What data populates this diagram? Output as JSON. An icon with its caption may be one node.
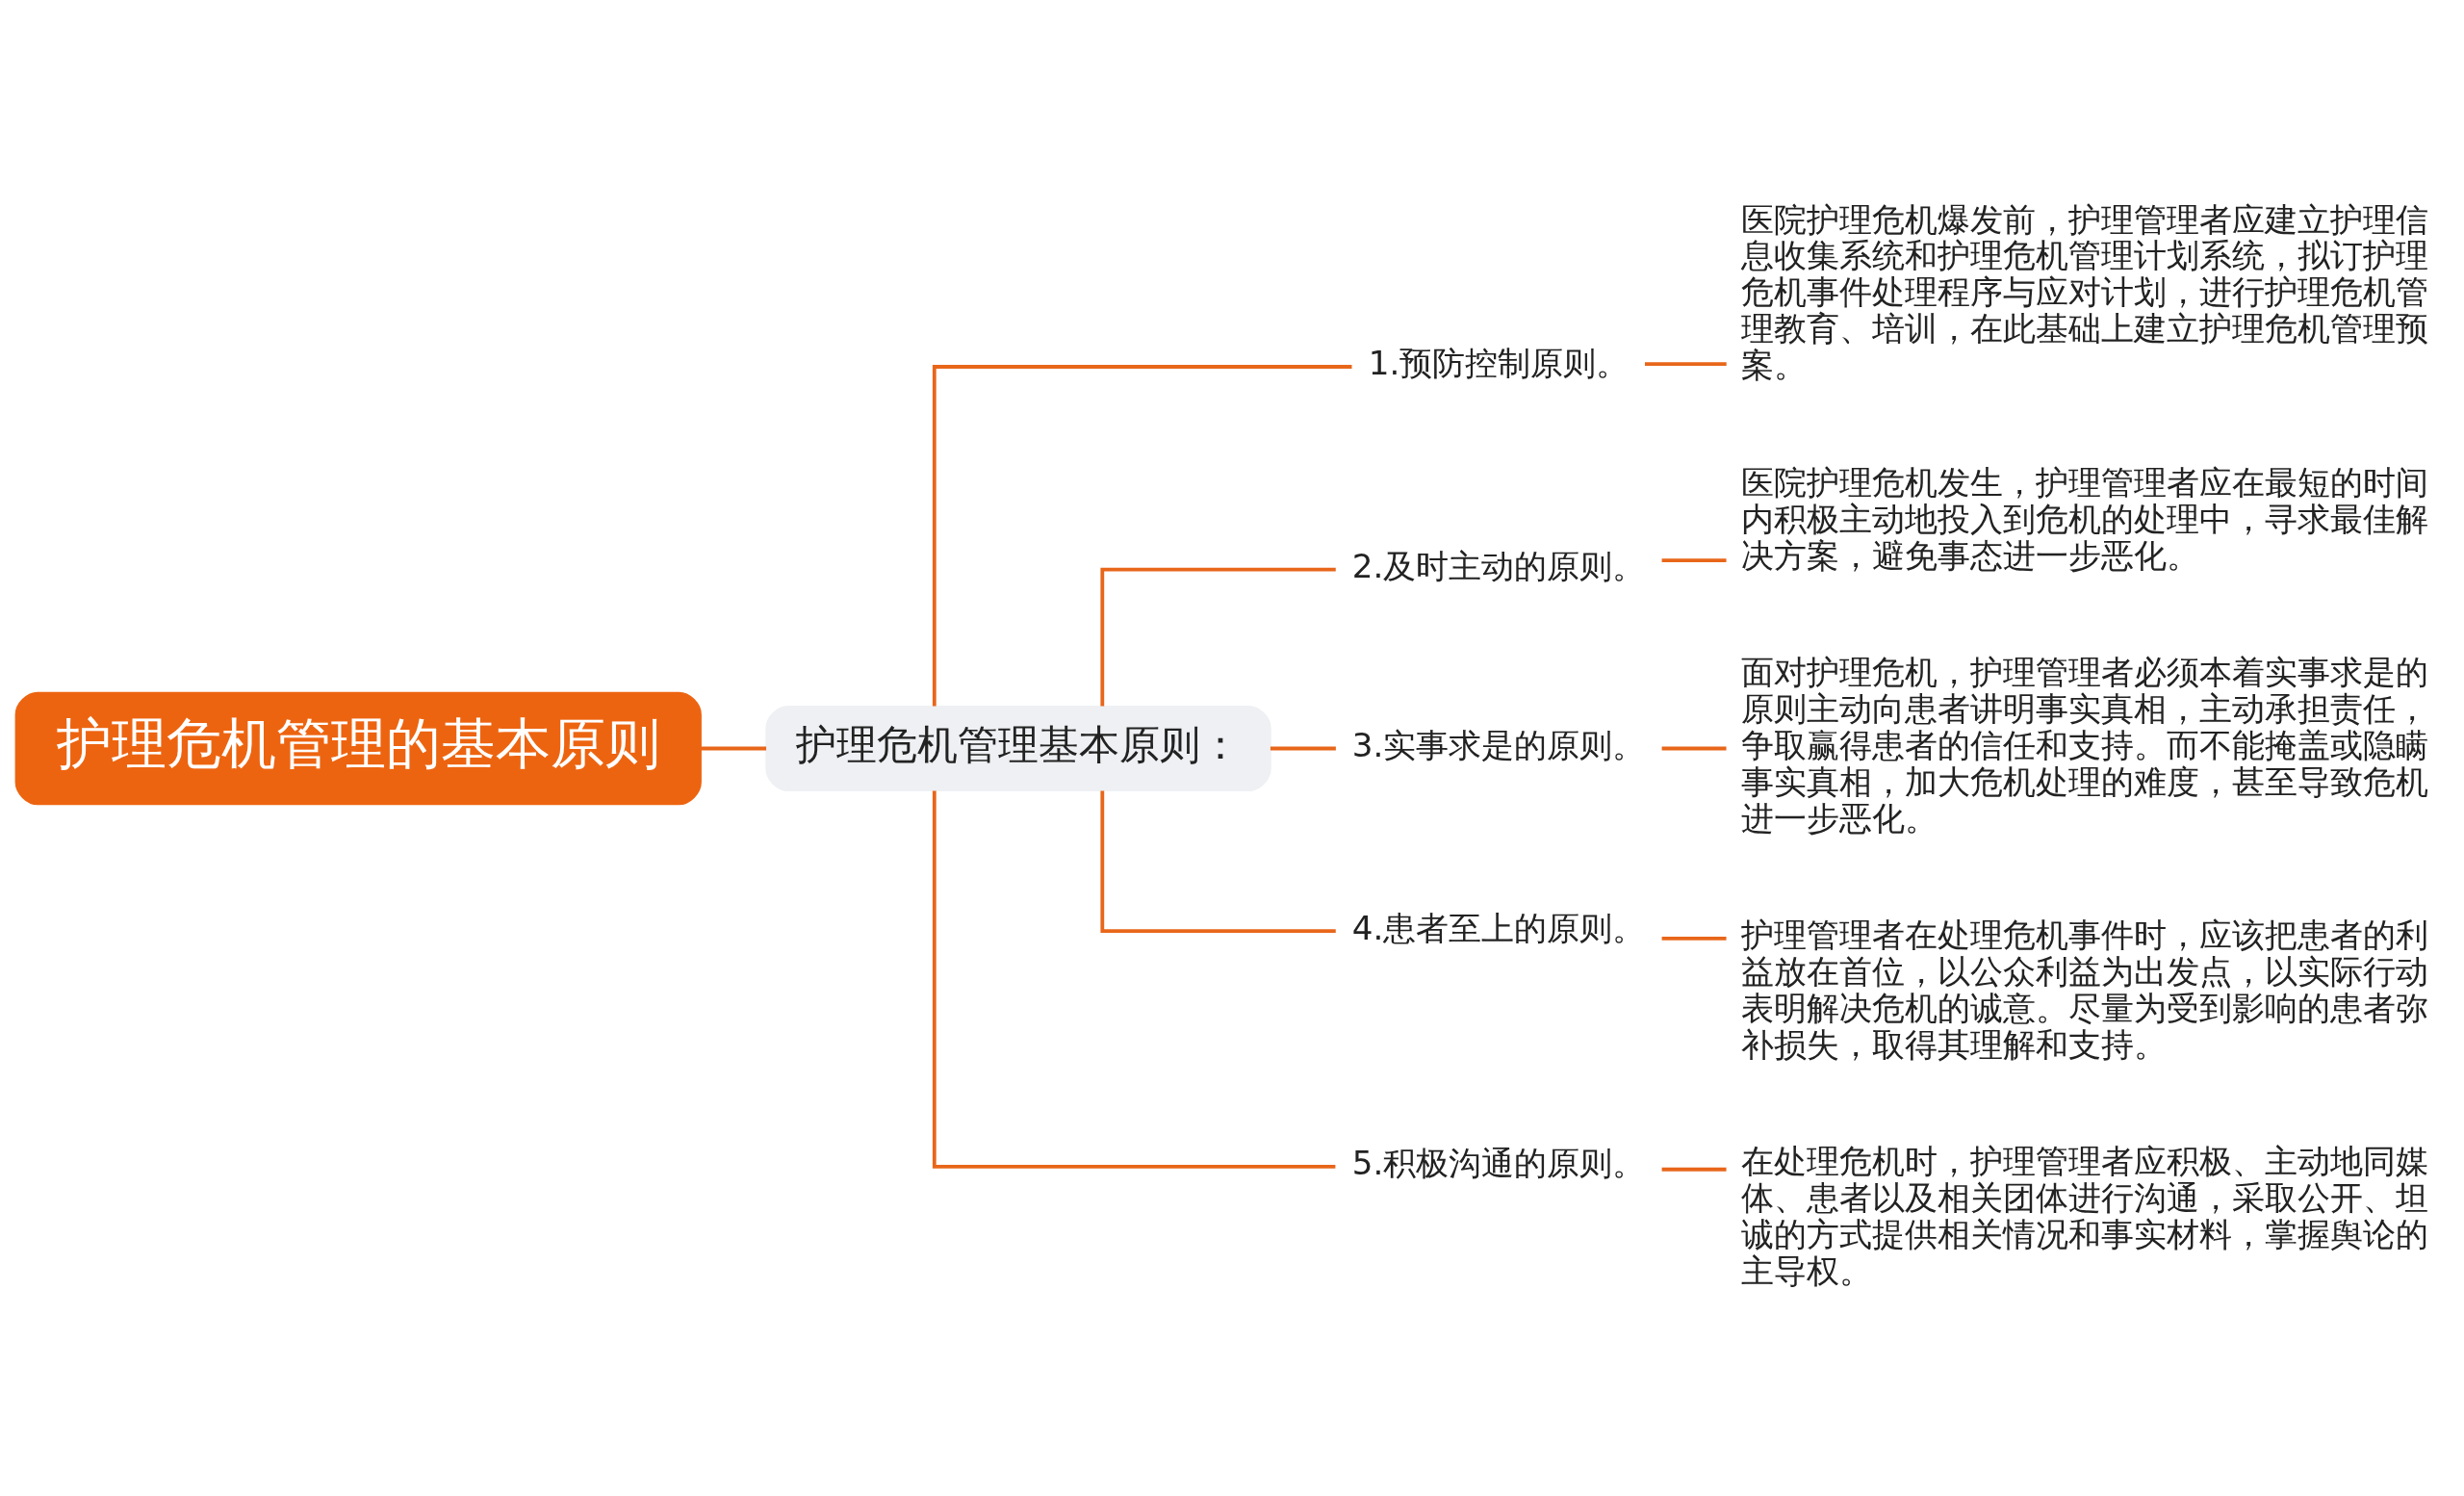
{
  "diagram": {
    "nodes": [
      {
        "text": [
          "护理危机管理的基本原则"
        ]
      },
      {
        "text": [
          "护理危机管理基本原则："
        ]
      },
      {
        "text": [
          "1.预防控制原则。"
        ]
      },
      {
        "text": [
          "2.及时主动的原则。"
        ]
      },
      {
        "text": [
          "3.实事求是的原则。"
        ]
      },
      {
        "text": [
          "4.患者至上的原则。"
        ]
      },
      {
        "text": [
          "5.积极沟通的原则。"
        ]
      },
      {
        "text": [
          "医院护理危机爆发前，护理管理者应建立护理信息收集系统和护理危机管理计划系统，拟订护理危机事件处理程序与应对计划，进行护理危机管理教育、培训，在此基础上建立护理危机管理预案。"
        ]
      },
      {
        "text": [
          "医院护理危机发生，护理管理者应在最短的时间内积极主动地投入到危机的处理中，寻求最佳解决方案，避免事态进一步恶化。"
        ]
      },
      {
        "text": [
          "面对护理危机，护理管理者必须本着实事求是的原则主动向患者讲明事实真相，主动承担责任，争取赢得患者的信任和支持。而不能掩盖或隐瞒事实真相，加大危机处理的难度，甚至导致危机进一步恶化。"
        ]
      },
      {
        "text": [
          "护理管理者在处理危机事件时，应该把患者的利益放在首位，以公众利益为出发点，以实际行动表明解决危机的诚意。尽量为受到影响的患者弥补损失，取得其理解和支持。"
        ]
      },
      {
        "text": [
          "在处理危机时，护理管理者应积极、主动地同媒体、患者以及相关团体进行沟通，采取公开、坦诚的方式提供相关情况和事实材料，掌握舆论的主导权。"
        ]
      }
    ],
    "edges": [
      {
        "from": 0,
        "to": 1,
        "arrow": "none"
      },
      {
        "from": 1,
        "to": 2,
        "arrow": "none"
      },
      {
        "from": 1,
        "to": 3,
        "arrow": "none"
      },
      {
        "from": 1,
        "to": 4,
        "arrow": "none"
      },
      {
        "from": 1,
        "to": 5,
        "arrow": "none"
      },
      {
        "from": 1,
        "to": 6,
        "arrow": "none"
      },
      {
        "from": 2,
        "to": 7,
        "arrow": "none"
      },
      {
        "from": 3,
        "to": 8,
        "arrow": "none"
      },
      {
        "from": 4,
        "to": 9,
        "arrow": "none"
      },
      {
        "from": 5,
        "to": 10,
        "arrow": "none"
      },
      {
        "from": 6,
        "to": 11,
        "arrow": "none"
      }
    ]
  }
}
